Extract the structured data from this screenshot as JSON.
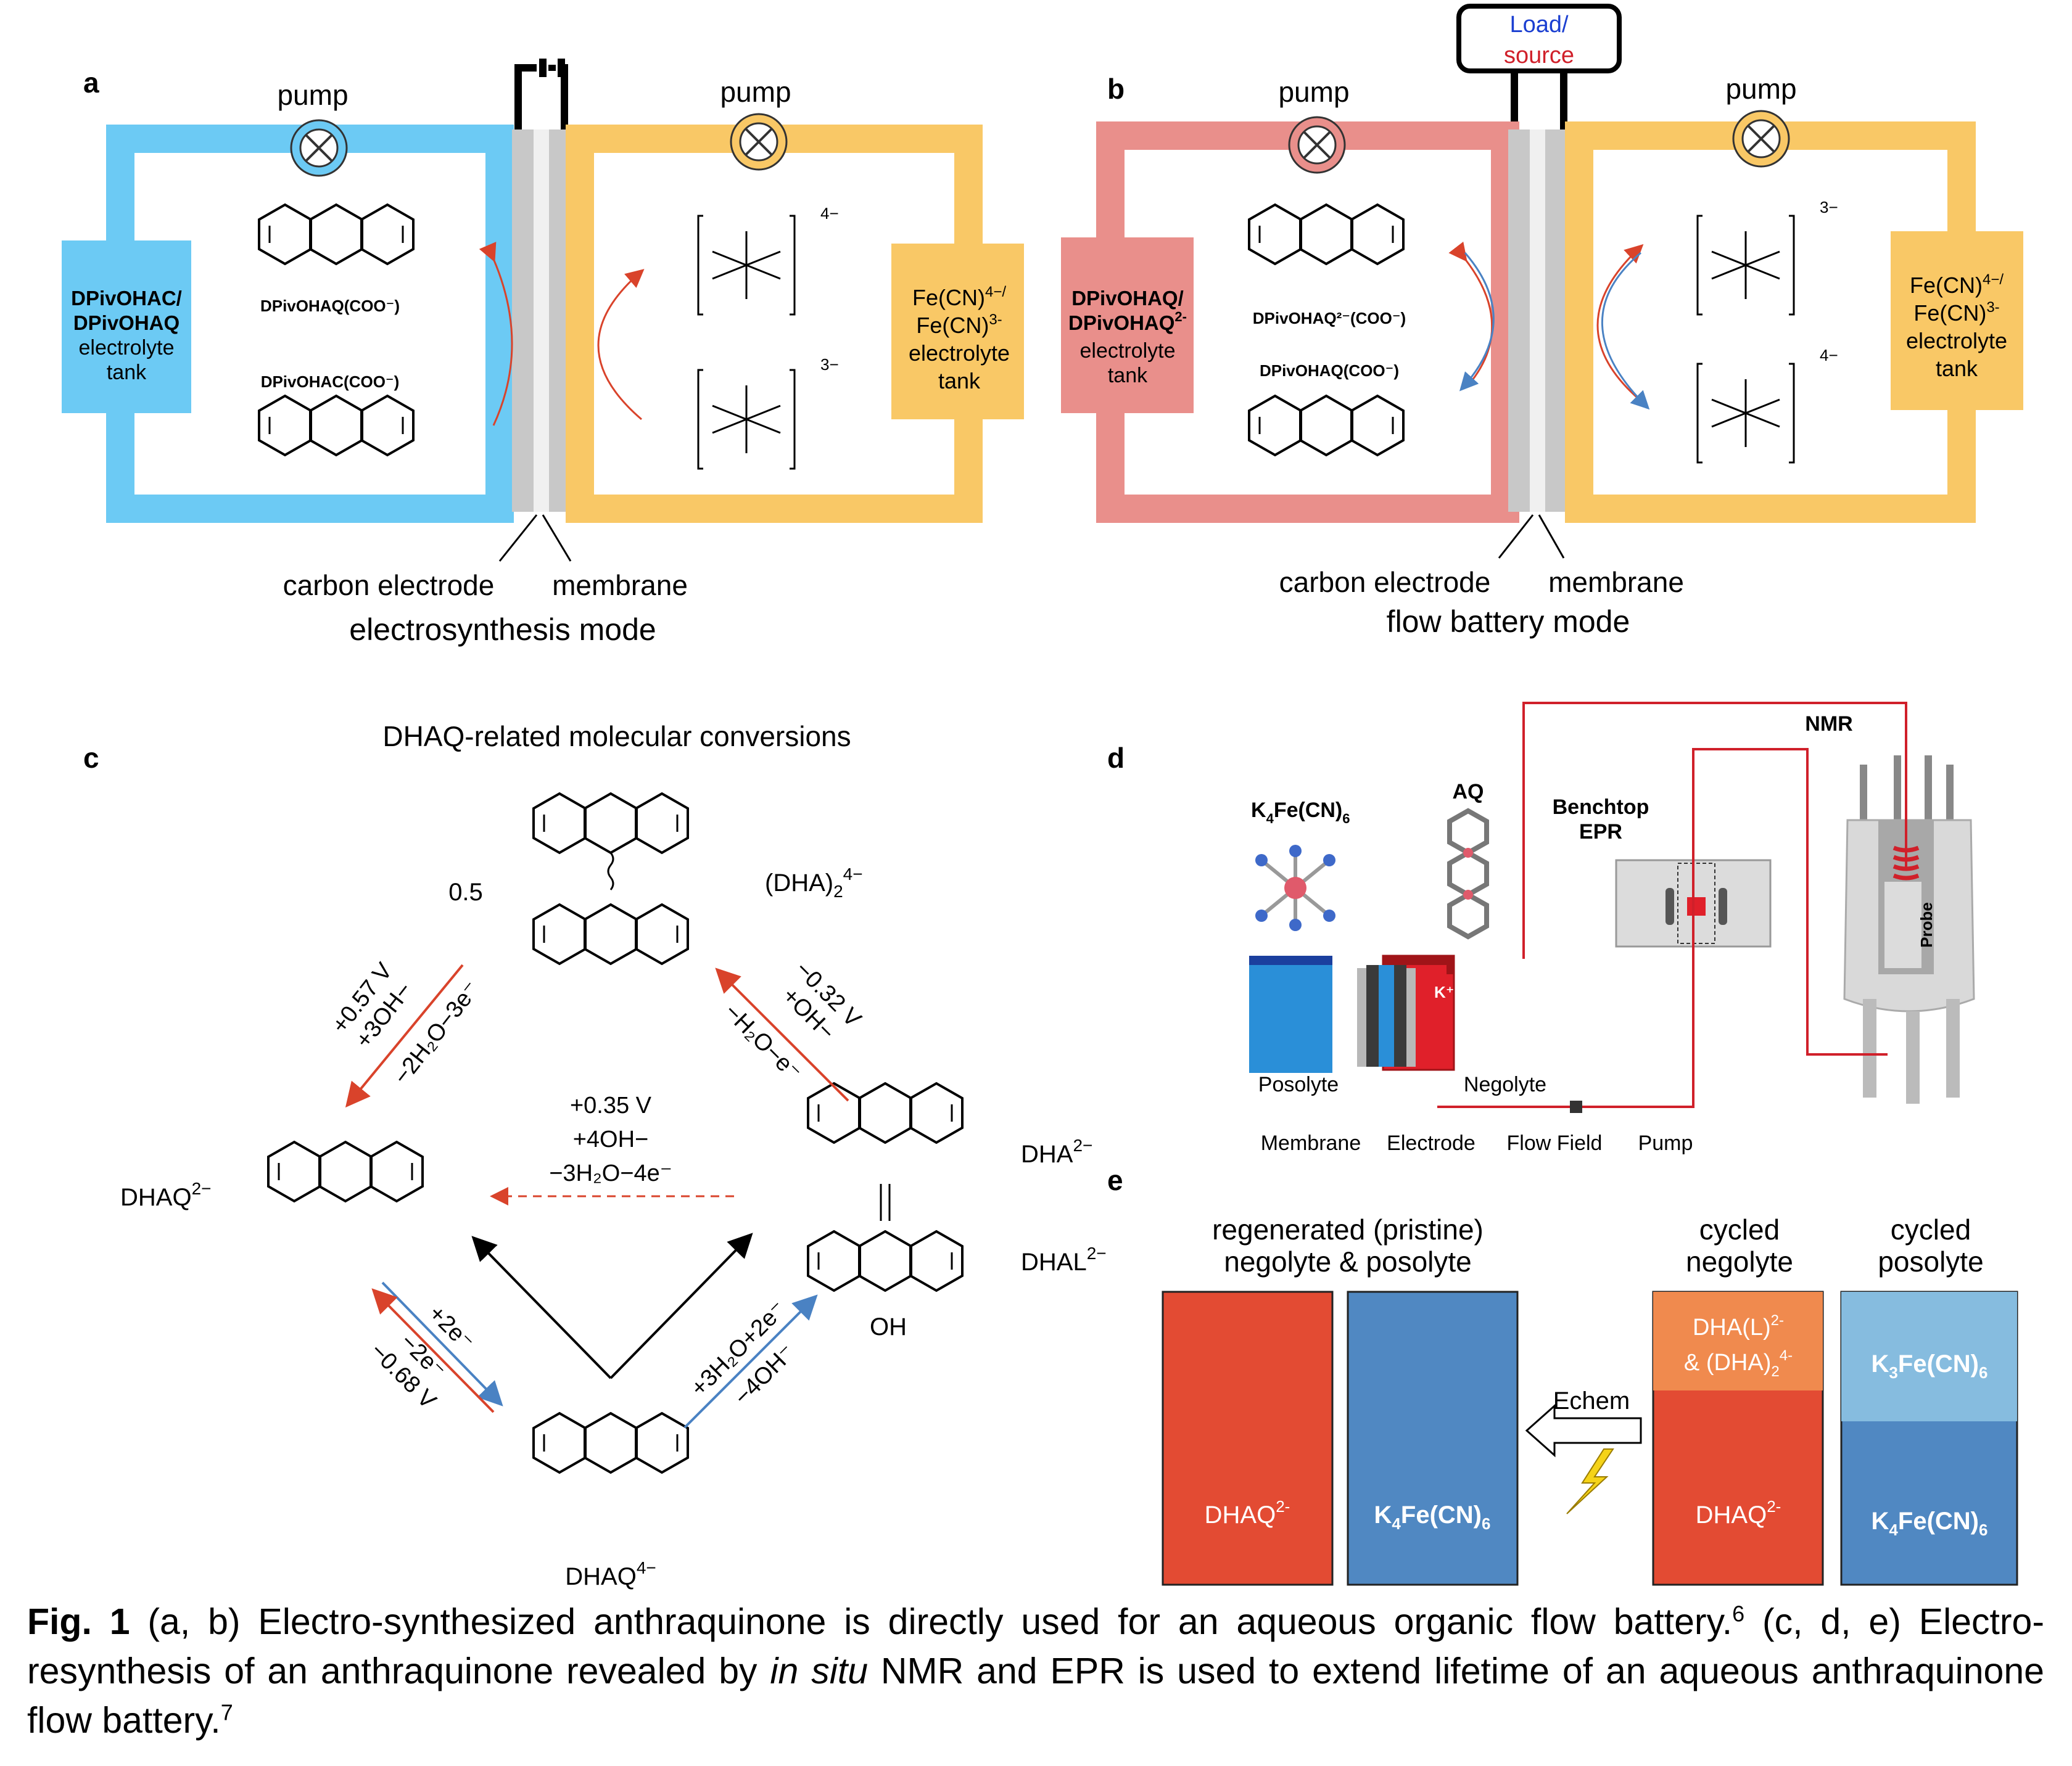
{
  "panel_a": {
    "label": "a",
    "pump_left": "pump",
    "pump_right": "pump",
    "tank_left": [
      "DPivOHAC/",
      "DPivOHAQ",
      "electrolyte",
      "tank"
    ],
    "tank_right": [
      "Fe(CN)",
      "4−/",
      "Fe(CN)",
      "3-",
      "electrolyte",
      "tank"
    ],
    "mol_top": "DPivOHAQ(COO⁻)",
    "mol_bottom": "DPivOHAC(COO⁻)",
    "charge_top": "4−",
    "charge_bottom": "3−",
    "electrode_label": "carbon electrode",
    "membrane_label": "membrane",
    "mode": "electrosynthesis mode"
  },
  "panel_b": {
    "label": "b",
    "load_line1": "Load/",
    "load_line2": "source",
    "pump_left": "pump",
    "pump_right": "pump",
    "tank_left": [
      "DPivOHAQ/",
      "DPivOHAQ",
      "2-",
      "electrolyte",
      "tank"
    ],
    "tank_right": [
      "Fe(CN)",
      "4−/",
      "Fe(CN)",
      "3-",
      "electrolyte",
      "tank"
    ],
    "mol_top": "DPivOHAQ²⁻(COO⁻)",
    "mol_bottom": "DPivOHAQ(COO⁻)",
    "charge_top": "3−",
    "charge_bottom": "4−",
    "electrode_label": "carbon electrode",
    "membrane_label": "membrane",
    "mode": "flow battery mode"
  },
  "panel_c": {
    "label": "c",
    "title": "DHAQ-related molecular conversions",
    "dimer_coef": "0.5",
    "dimer_label": "(DHA)",
    "dimer_sub": "2",
    "dimer_sup": "4−",
    "left_upper": [
      "+0.57 V",
      "+3OH−",
      "−2H₂O−3e⁻"
    ],
    "right_upper": [
      "−0.32 V",
      "+OH−",
      "−H₂O−e⁻"
    ],
    "middle": [
      "+0.35 V",
      "+4OH−",
      "−3H₂O−4e⁻"
    ],
    "dhaq": "DHAQ",
    "dhaq_sup": "2−",
    "dha": "DHA",
    "dha_sup": "2−",
    "dhal": "DHAL",
    "dhal_sup": "2−",
    "left_lower": [
      "+2e⁻",
      "−2e⁻",
      "−0.68 V"
    ],
    "right_lower": [
      "+3H₂O+2e⁻",
      "−4OH⁻"
    ],
    "dhaq4": "DHAQ",
    "dhaq4_sup": "4−",
    "oh": "OH"
  },
  "panel_d": {
    "label": "d",
    "k4": "K",
    "k4_rest": "Fe(CN)",
    "aq": "AQ",
    "epr": [
      "Benchtop",
      "EPR"
    ],
    "nmr": "NMR",
    "probe": "Probe",
    "kplus": "K⁺",
    "posolyte": "Posolyte",
    "negolyte": "Negolyte",
    "membrane": "Membrane",
    "electrode": "Electrode",
    "flow_field": "Flow Field",
    "pump": "Pump"
  },
  "panel_e": {
    "label": "e",
    "header_pristine": [
      "regenerated (pristine)",
      "negolyte & posolyte"
    ],
    "header_neg": [
      "cycled",
      "negolyte"
    ],
    "header_pos": [
      "cycled",
      "posolyte"
    ],
    "echem": "Echem",
    "dhaq": "DHAQ",
    "dhaq_sup": "2-",
    "k4": "K",
    "fecn": "Fe(CN)",
    "k3": "K",
    "dha_line1": "DHA(L)",
    "dha_line1_sup": "2-",
    "dha_line2": "& (DHA)",
    "dha_line2_sup": "4-",
    "colors": {
      "red": "#e34b33",
      "orange": "#f08a4e",
      "blue": "#5088c2",
      "lightblue": "#86bcdf"
    }
  },
  "caption": {
    "fig": "Fig. 1",
    "part1": " (a, b) Electro-synthesized anthraquinone is directly used for an aqueous organic flow battery.",
    "ref1": "6",
    "part2": " (c, d, e) Electro-resynthesis of an anthraquinone revealed by ",
    "italic": "in situ",
    "part3": " NMR and EPR is used to extend lifetime of an aqueous anthraquinone flow battery.",
    "ref2": "7"
  },
  "colors": {
    "blue_loop": "#6ccaf4",
    "yellow_loop": "#f9c866",
    "pink_loop": "#e98f8b",
    "arrow_red": "#d9432b",
    "arrow_blue": "#4a82c3",
    "trace_red": "#d0202a"
  }
}
